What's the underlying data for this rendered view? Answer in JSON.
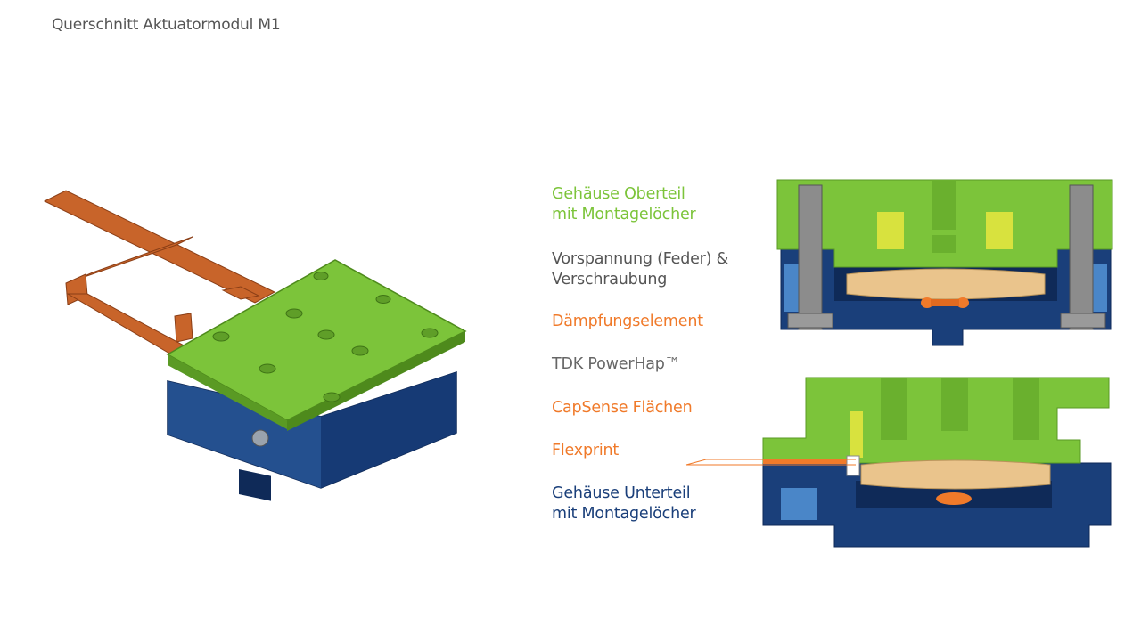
{
  "title": "Querschnitt Aktuatormodul  M1",
  "colors": {
    "green": "#7cc43a",
    "green_dark": "#5a9a24",
    "navy": "#1a3f7a",
    "navy_dark": "#0f2a58",
    "orange": "#f07a2a",
    "copper": "#c8642a",
    "gray": "#555555",
    "steel": "#8c8c8c",
    "beige": "#eac48c",
    "yellow": "#e3e64a"
  },
  "labels": [
    {
      "id": "gehaeuse-oberteil",
      "lines": [
        "Gehäuse Oberteil",
        "mit Montagelöcher"
      ],
      "color": "#7cc43a"
    },
    {
      "id": "vorspannung",
      "lines": [
        "Vorspannung (Feder) &",
        "Verschraubung"
      ],
      "color": "#555555"
    },
    {
      "id": "daempfungselement",
      "lines": [
        "Dämpfungselement"
      ],
      "color": "#f07a2a"
    },
    {
      "id": "powerhap",
      "lines": [
        "TDK PowerHap™"
      ],
      "color": "#666666"
    },
    {
      "id": "capsense",
      "lines": [
        "CapSense Flächen"
      ],
      "color": "#f07a2a"
    },
    {
      "id": "flexprint",
      "lines": [
        "Flexprint"
      ],
      "color": "#f07a2a"
    },
    {
      "id": "gehaeuse-unterteil",
      "lines": [
        "Gehäuse Unterteil",
        "mit Montagelöcher"
      ],
      "color": "#1a3f7a"
    }
  ]
}
